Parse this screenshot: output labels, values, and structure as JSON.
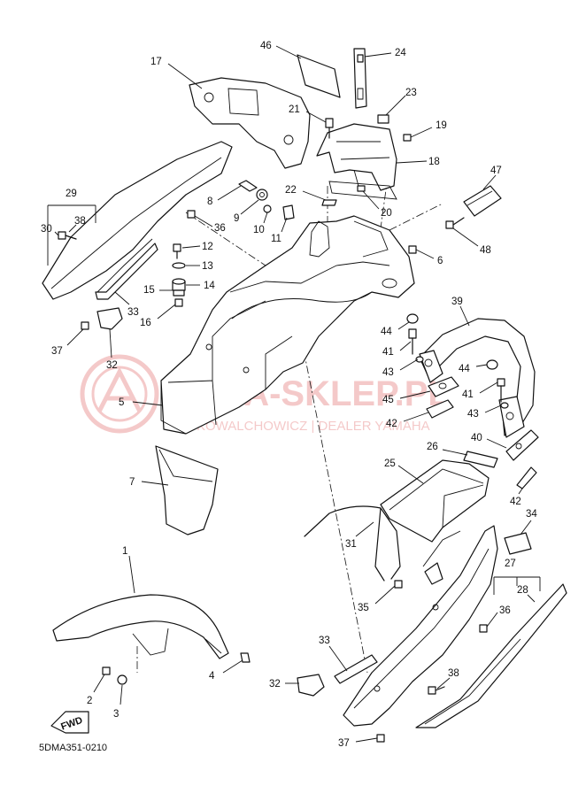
{
  "diagram_code": "5DMA351-0210",
  "fwd_label": "FWD",
  "watermark": {
    "main": "YAMA-SKLEP.PL",
    "sub": "KOWALCHOWICZ | DEALER YAMAHA",
    "color": "#e88a8a"
  },
  "callouts": [
    "46",
    "24",
    "17",
    "23",
    "21",
    "19",
    "18",
    "22",
    "20",
    "8",
    "9",
    "10",
    "11",
    "29",
    "30",
    "38",
    "36",
    "12",
    "13",
    "14",
    "15",
    "16",
    "6",
    "47",
    "48",
    "33",
    "37",
    "32",
    "5",
    "39",
    "44",
    "41",
    "43",
    "44",
    "45",
    "41",
    "43",
    "42",
    "40",
    "26",
    "25",
    "42",
    "7",
    "34",
    "31",
    "27",
    "28",
    "1",
    "35",
    "36",
    "33",
    "4",
    "2",
    "3",
    "32",
    "38",
    "37"
  ]
}
